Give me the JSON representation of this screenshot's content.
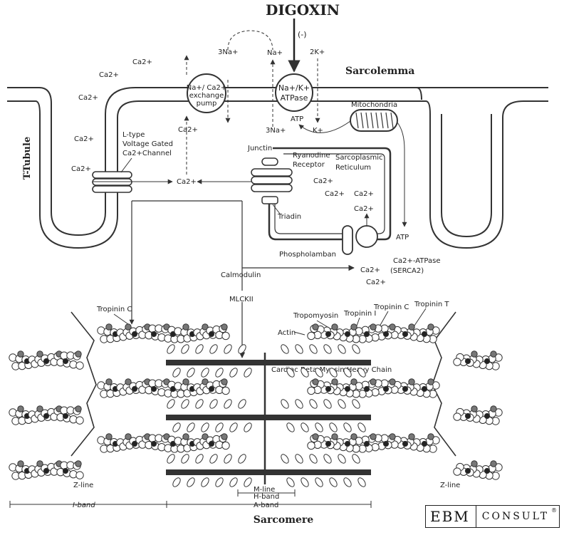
{
  "title": "DIGOXIN",
  "inhibition_sign": "(-)",
  "sarcolemma_label": "Sarcolemma",
  "t_tubule_label": "T-Tubule",
  "ncx": {
    "line1": "Na+/ Ca2+",
    "line2": "exchange",
    "line3": "pump"
  },
  "nak": {
    "line1": "Na+/K+",
    "line2": "ATPase",
    "atp": "ATP"
  },
  "ion_3na_top": "3Na+",
  "ion_na_top": "Na+",
  "ion_2k_top": "2K+",
  "ion_3na_bottom": "3Na+",
  "ion_k_bottom": "K+",
  "mitochondria_label": "Mitochondria",
  "l_type": {
    "line1": "L-type",
    "line2": "Voltage Gated",
    "line3": "Ca2+Channel"
  },
  "junctin_label": "Junctin",
  "ryanodine": {
    "line1": "Ryanodine",
    "line2": "Receptor"
  },
  "sr": {
    "line1": "Sarcoplasmic",
    "line2": "Reticulum"
  },
  "triadin_label": "Triadin",
  "phospholamban_label": "Phospholamban",
  "serca": {
    "line1": "Ca2+-ATPase",
    "line2": "(SERCA2)"
  },
  "atp_label": "ATP",
  "calcium": "Ca2+",
  "calmodulin_label": "Calmodulin",
  "mlck_label": "MLCKII",
  "tropinin_c_left": "Tropinin C",
  "tropomyosin_label": "Tropomyosin",
  "tropinin_i_label": "Tropinin I",
  "tropinin_c_right": "Tropinin C",
  "tropinin_t_label": "Tropinin T",
  "actin_label": "Actin",
  "myosin_label": "Cardiac Beta-Myosin Heavy Chain",
  "z_line_left": "Z-line",
  "z_line_right": "Z-line",
  "m_line": "M-line",
  "h_band": "H-band",
  "a_band": "A-band",
  "i_band": "I-band",
  "sarcomere_label": "Sarcomere",
  "logo": {
    "ebm": "EBM",
    "consult": "CONSULT",
    "reg": "®"
  }
}
